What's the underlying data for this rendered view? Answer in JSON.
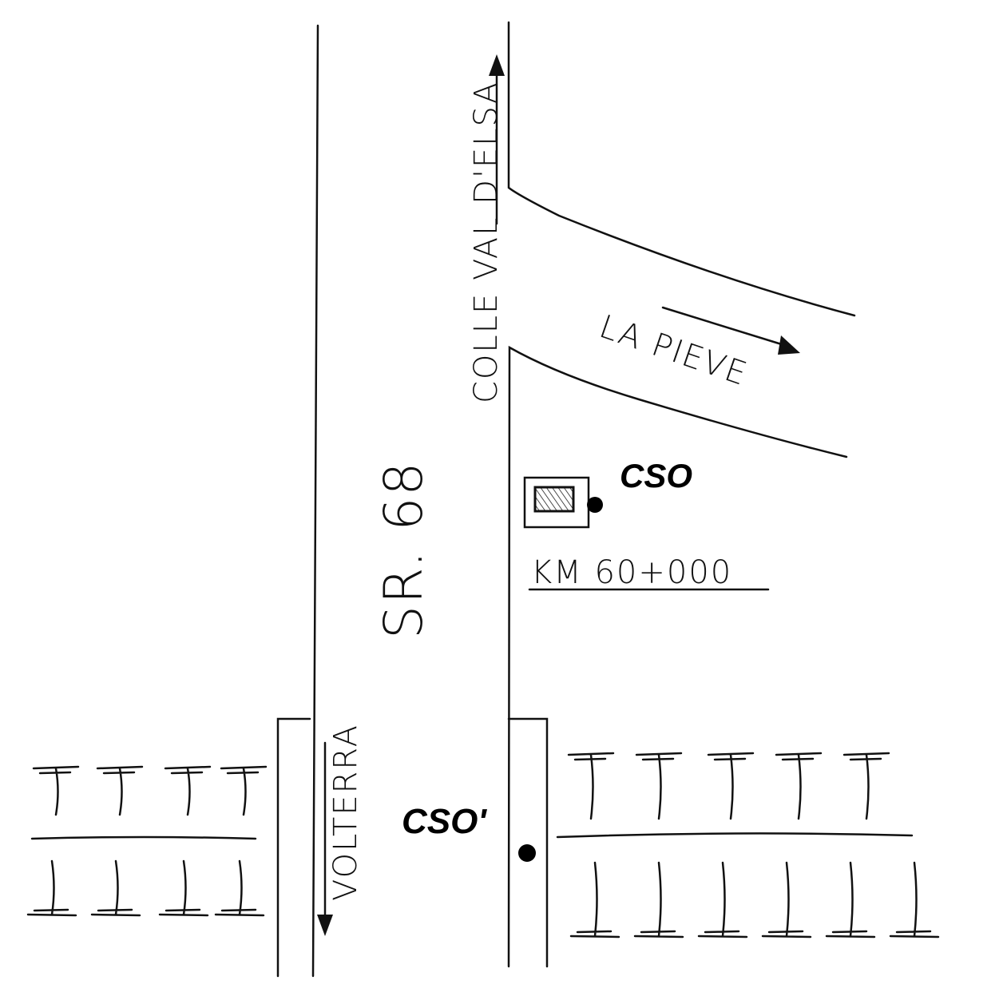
{
  "roads": {
    "main_road": "SR. 68",
    "north_direction": "COLLE VAL D'ELSA",
    "south_direction": "VOLTERRA",
    "side_road": "LA PIEVE"
  },
  "markers": {
    "station_label": "CSO",
    "station_alt_label": "CSO'",
    "chainage": "KM 60+000"
  },
  "colors": {
    "ink": "#111111",
    "background": "#ffffff"
  }
}
